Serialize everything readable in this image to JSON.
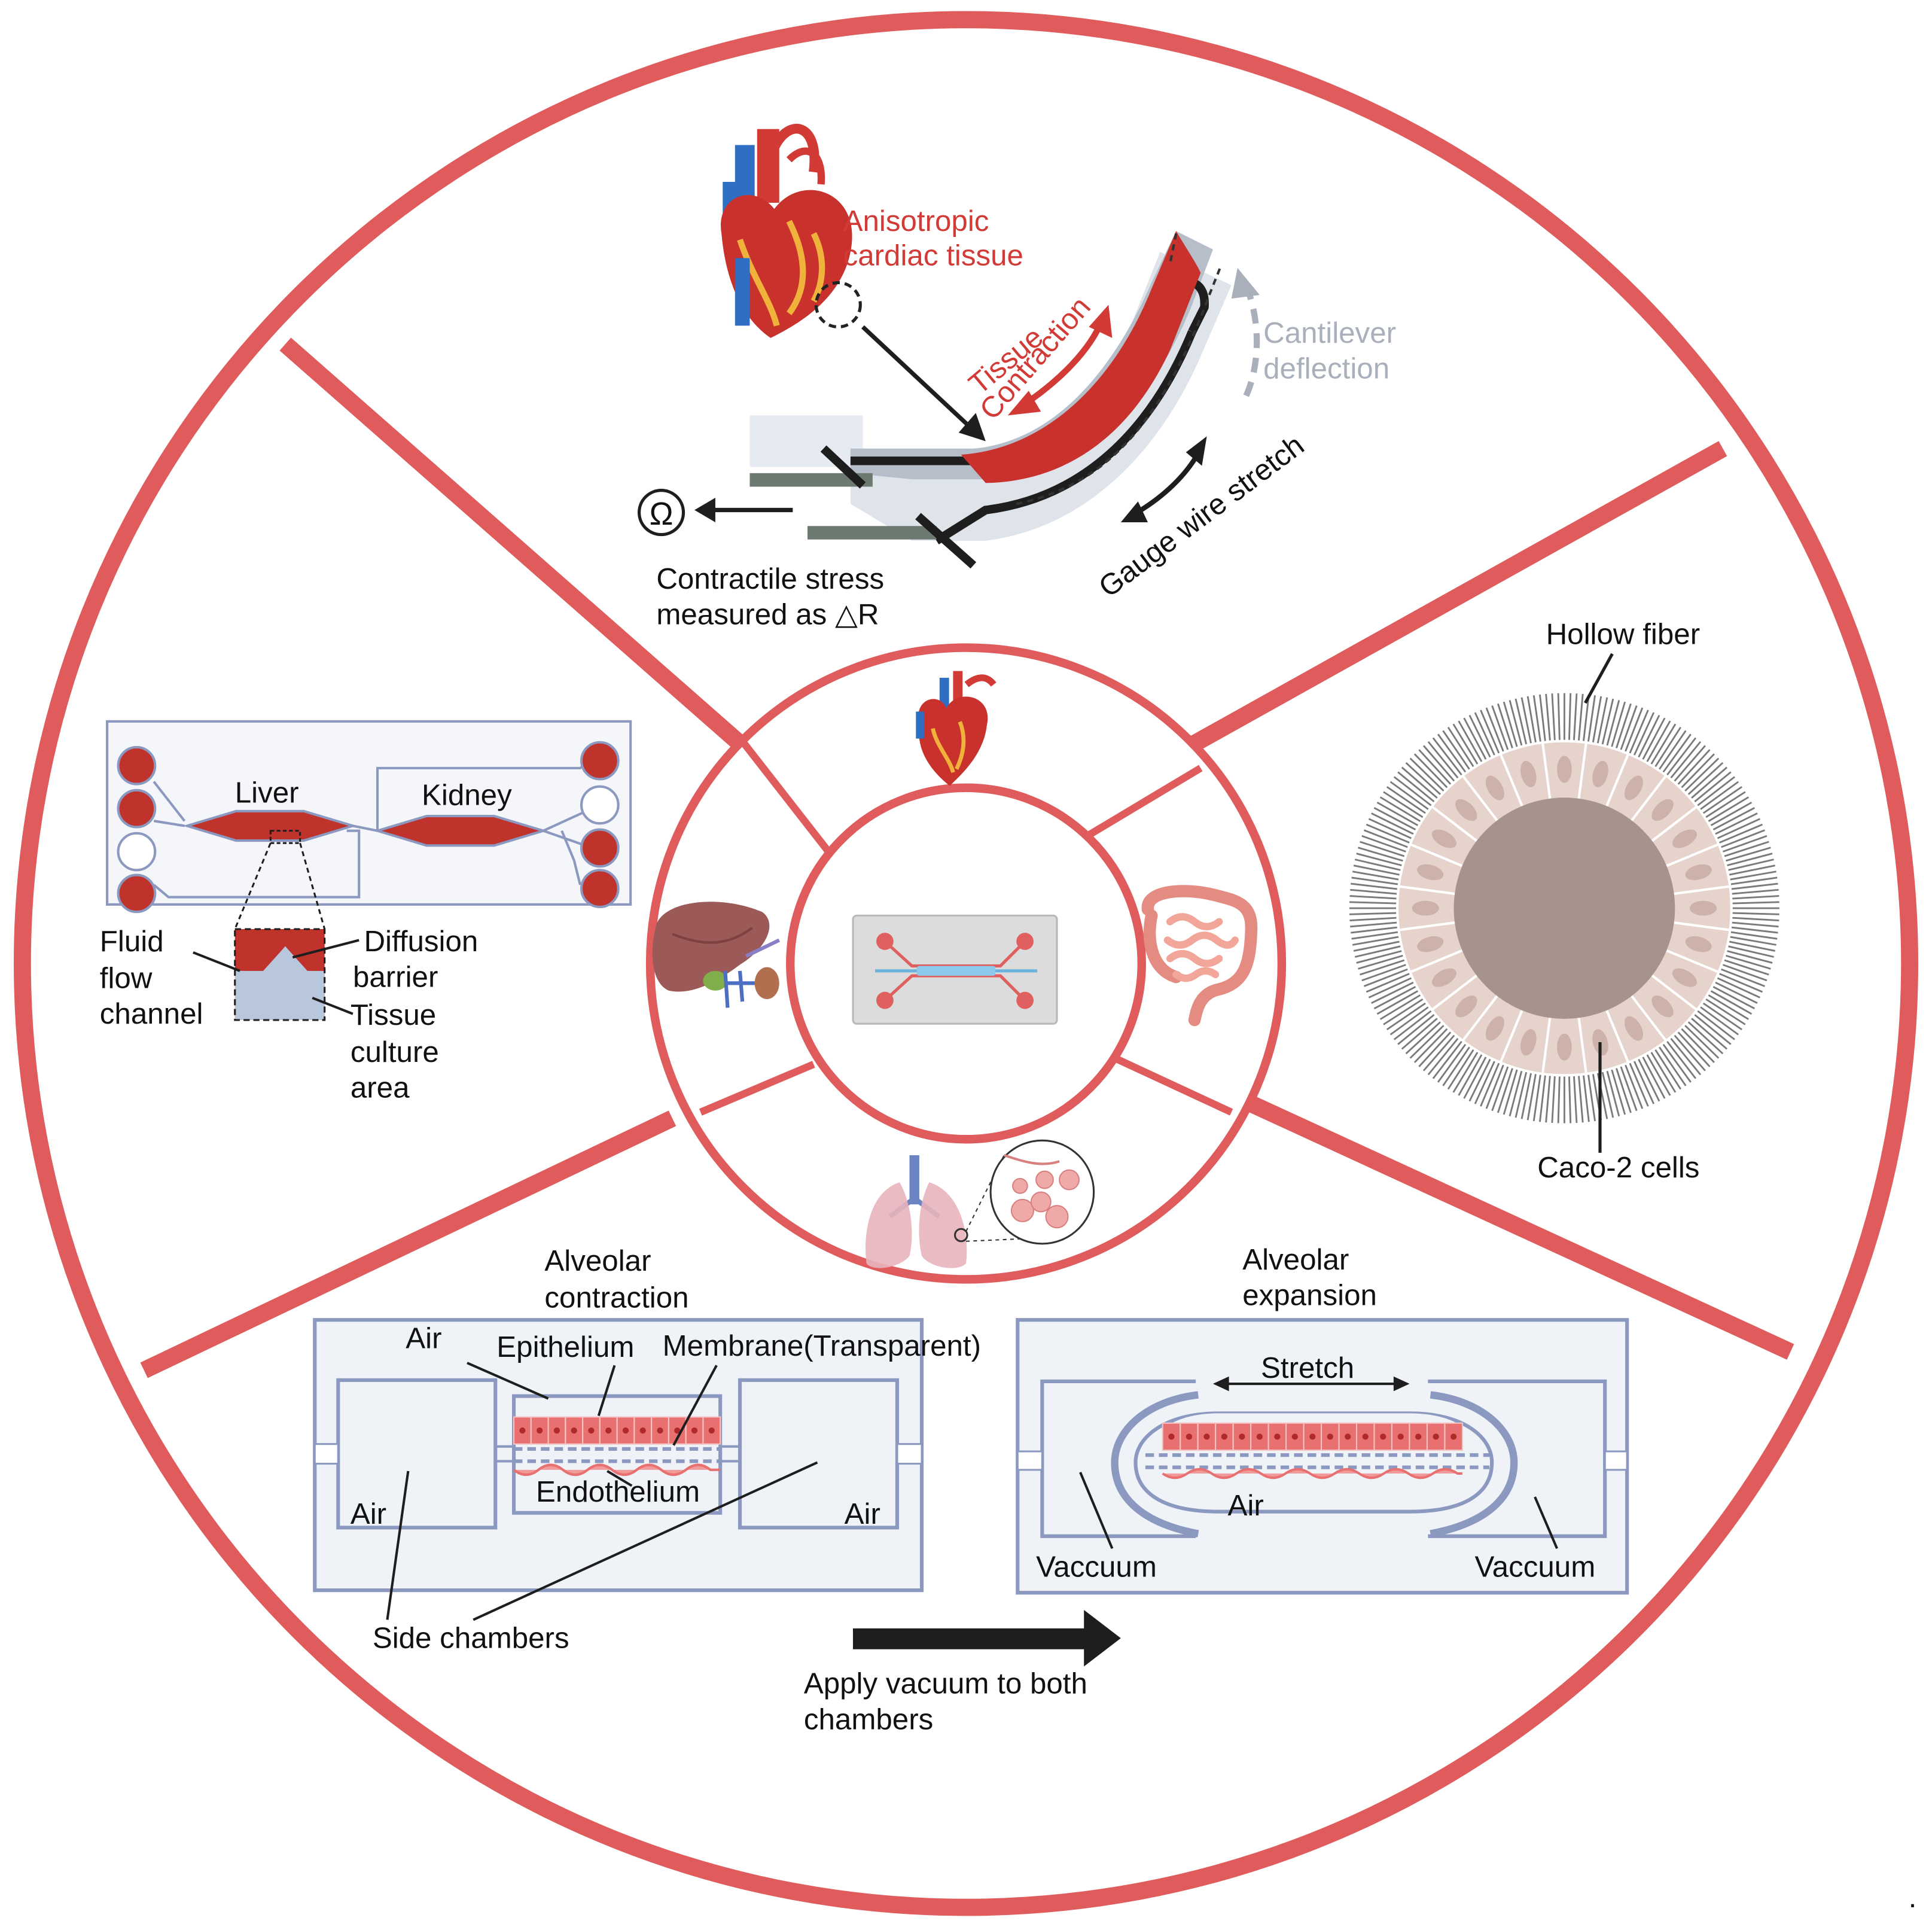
{
  "colors": {
    "ring": "#e05c5c",
    "cardiac_red": "#d23a36",
    "cantilever_grey": "#a9b0bb",
    "chip_outline": "#8b98bf",
    "chip_fill": "#eff3f8",
    "well_red": "#c0322c",
    "tissue_blue": "#b9c7dc",
    "fiber_grey": "#7a7a7a",
    "cell_beige": "#e6d3cc",
    "lumen": "#a6938d",
    "epithelium": "#e87070",
    "arrow_black": "#1e1e1e"
  },
  "cardiac": {
    "title": [
      "Anisotropic",
      "cardiac tissue"
    ],
    "contraction": [
      "Tissue",
      "Contraction"
    ],
    "deflection": [
      "Cantilever",
      "deflection"
    ],
    "gauge": "Gauge wire stretch",
    "ohm": "Ω",
    "stress": [
      "Contractile stress",
      "measured as △R"
    ],
    "icon_names": [
      "heart-icon",
      "cantilever-icon"
    ]
  },
  "liver_kidney": {
    "liver": "Liver",
    "kidney": "Kidney",
    "fluid": [
      "Fluid",
      "flow",
      "channel"
    ],
    "diffusion": [
      "Diffusion",
      "barrier"
    ],
    "tissue_area": [
      "Tissue",
      "culture",
      "area"
    ]
  },
  "gut": {
    "hollow_fiber": "Hollow fiber",
    "caco": "Caco-2 cells"
  },
  "lung": {
    "contraction_title": [
      "Alveolar",
      "contraction"
    ],
    "expansion_title": [
      "Alveolar",
      "expansion"
    ],
    "air": "Air",
    "epithelium": "Epithelium",
    "membrane": "Membrane(Transparent)",
    "endothelium": "Endothelium",
    "side_chambers": "Side chambers",
    "stretch": "Stretch",
    "vacuum": "Vaccuum",
    "apply": [
      "Apply vacuum to both",
      "chambers"
    ]
  },
  "center": {
    "icon_names": [
      "heart-icon",
      "liver-kidney-icon",
      "intestine-icon",
      "lungs-icon",
      "organ-chip-icon"
    ]
  },
  "footer_mark": "."
}
